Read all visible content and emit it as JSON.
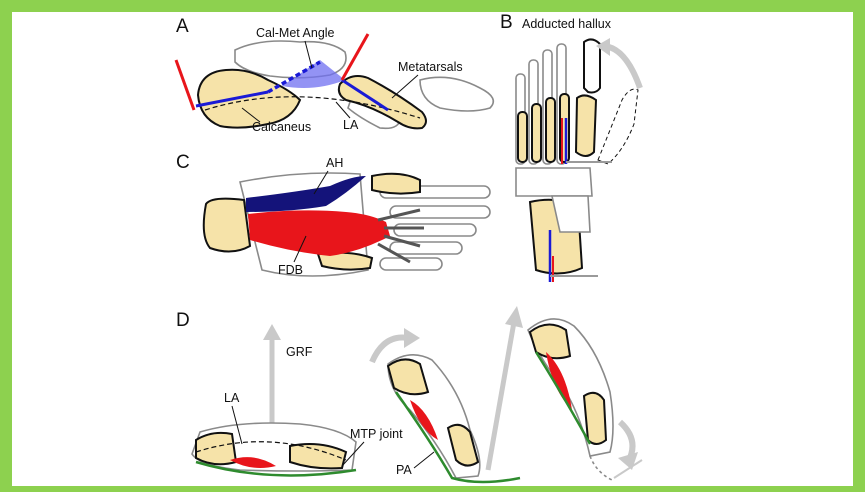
{
  "panels": {
    "a": {
      "letter": "A",
      "cal_met_angle": "Cal-Met Angle",
      "metatarsals": "Metatarsals",
      "calcaneus": "Calcaneus",
      "la": "LA"
    },
    "b": {
      "letter": "B",
      "adducted_hallux": "Adducted hallux"
    },
    "c": {
      "letter": "C",
      "ah": "AH",
      "fdb": "FDB"
    },
    "d": {
      "letter": "D",
      "grf": "GRF",
      "la": "LA",
      "mtp_joint": "MTP joint",
      "pa": "PA"
    }
  },
  "colors": {
    "frame": "#8dd14f",
    "bone_highlight": "#f6e3a9",
    "muscle_red": "#e8151b",
    "muscle_blue": "#14137a",
    "axis_blue": "#1a1ad6",
    "angle_fill": "#6f6ff0",
    "fascia_green": "#2e8b2e",
    "arrow_gray": "#c9c9c9"
  }
}
